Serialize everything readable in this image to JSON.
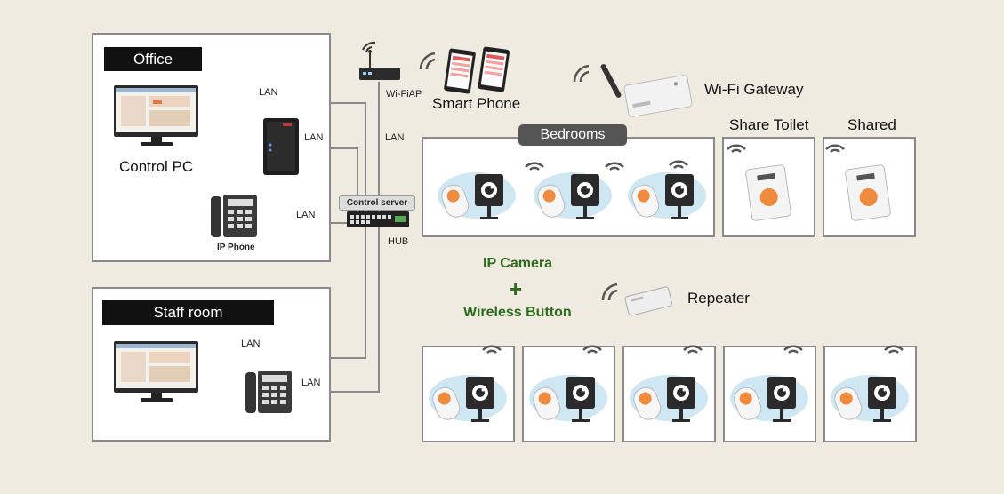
{
  "office": {
    "title": "Office",
    "pc_label": "Control PC",
    "phone_label": "IP Phone"
  },
  "staff": {
    "title": "Staff room"
  },
  "network": {
    "lan": "LAN",
    "wifi_ap": "Wi-FiAP",
    "control_server": "Control server",
    "hub": "HUB"
  },
  "devices": {
    "smart_phone": "Smart Phone",
    "wifi_gateway": "Wi-Fi Gateway",
    "repeater": "Repeater"
  },
  "rooms": {
    "bedrooms": "Bedrooms",
    "share_toilet": "Share Toilet",
    "shared": "Shared"
  },
  "legend": {
    "ip_camera": "IP Camera",
    "plus": "+",
    "wireless_button": "Wireless Button"
  },
  "colors": {
    "accent_green": "#2e6b1e",
    "camera_bg": "#cfe6f3",
    "button_orange": "#f08a3c"
  }
}
